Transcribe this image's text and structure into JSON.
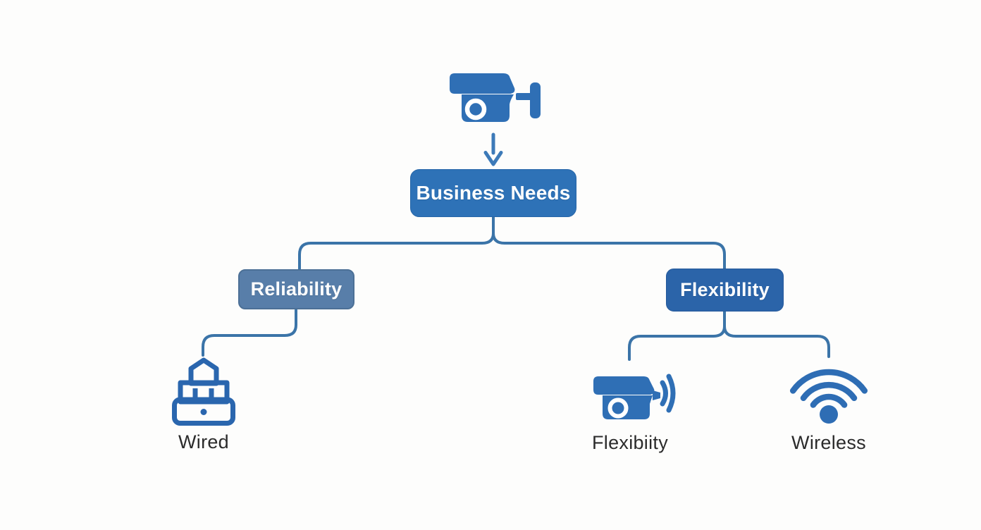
{
  "diagram": {
    "type": "decision-tree",
    "root_icon": "cctv-camera-icon",
    "nodes": {
      "business_needs": {
        "label": "Business Needs"
      },
      "reliability": {
        "label": "Reliability"
      },
      "flexibility": {
        "label": "Flexibility"
      }
    },
    "leaves": {
      "wired": {
        "label": "Wired",
        "icon": "padlock-icon"
      },
      "flexibility_cam": {
        "label": "Flexibiity",
        "icon": "wireless-camera-icon"
      },
      "wireless": {
        "label": "Wireless",
        "icon": "wifi-icon"
      }
    },
    "colors": {
      "primary_box_blue": "#2e72b7",
      "secondary_box_blue": "#587ea9",
      "tertiary_box_blue": "#2b64a9",
      "connector_blue": "#3b74a8",
      "arrow_blue": "#3d7ab8",
      "icon_blue": "#2f6fb5",
      "lock_stroke_blue": "#2a66ae",
      "label_text": "#2b2b2b",
      "box_text": "#ffffff",
      "background": "#fdfdfc"
    }
  }
}
